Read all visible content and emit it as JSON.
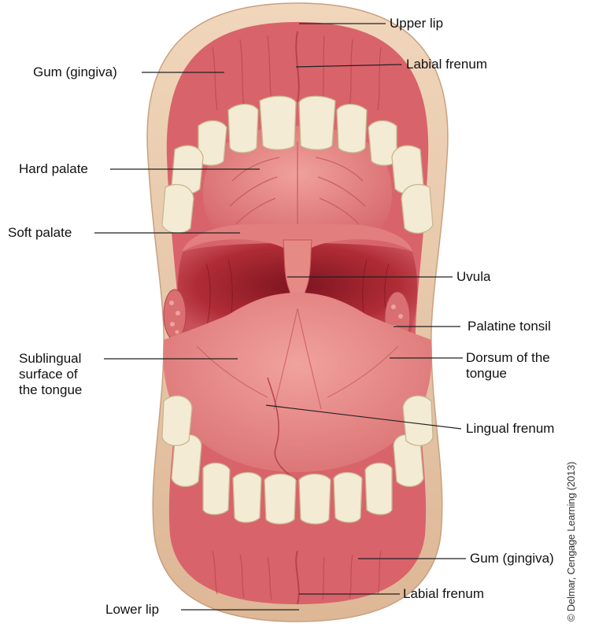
{
  "diagram": {
    "labels": {
      "upper_lip": "Upper lip",
      "labial_frenum_upper": "Labial frenum",
      "gum_upper": "Gum (gingiva)",
      "hard_palate": "Hard palate",
      "soft_palate": "Soft palate",
      "uvula": "Uvula",
      "palatine_tonsil": "Palatine tonsil",
      "dorsum_line1": "Dorsum of the",
      "dorsum_line2": "tongue",
      "sublingual_line1": "Sublingual",
      "sublingual_line2": "surface of",
      "sublingual_line3": "the tongue",
      "lingual_frenum": "Lingual frenum",
      "gum_lower": "Gum (gingiva)",
      "labial_frenum_lower": "Labial frenum",
      "lower_lip": "Lower lip"
    },
    "credit": "© Delmar, Cengage Learning (2013)"
  },
  "colors": {
    "lip": "#e9c8a8",
    "lip_edge": "#c9a080",
    "gum": "#d9636b",
    "gum_dark": "#b8434c",
    "palate": "#e27e7e",
    "throat": "#b02c35",
    "throat_deep": "#8e1c26",
    "tongue": "#e68a85",
    "tooth": "#f3ebd3",
    "tooth_edge": "#c8b791",
    "leader": "#222222"
  }
}
